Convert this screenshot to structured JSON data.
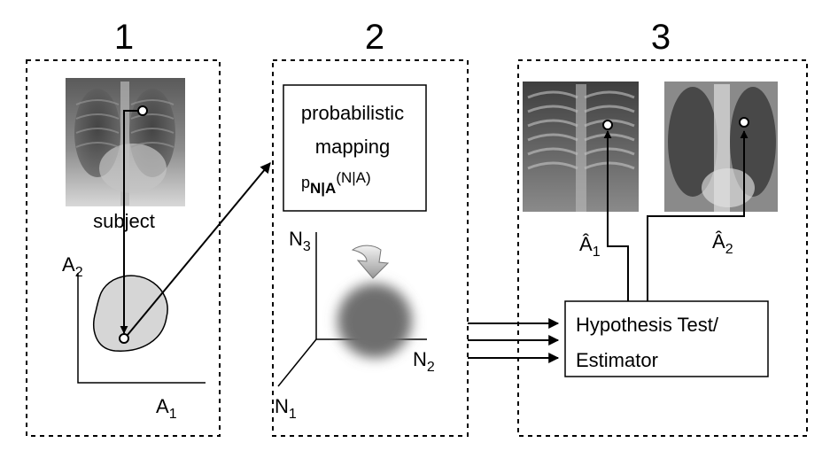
{
  "panels": [
    {
      "number": "1"
    },
    {
      "number": "2"
    },
    {
      "number": "3"
    }
  ],
  "panel1": {
    "subject_label": "subject",
    "axis_y": {
      "base": "A",
      "sub": "2"
    },
    "axis_x": {
      "base": "A",
      "sub": "1"
    }
  },
  "panel2": {
    "box_line1": "probabilistic",
    "box_line2": "mapping",
    "formula": {
      "p": "p",
      "sub_bold": "N|A",
      "args": "(N|A)"
    },
    "axis_n3": {
      "base": "N",
      "sub": "3"
    },
    "axis_n2": {
      "base": "N",
      "sub": "2"
    },
    "axis_n1": {
      "base": "N",
      "sub": "1"
    }
  },
  "panel3": {
    "estimator_line1": "Hypothesis Test/",
    "estimator_line2": "Estimator",
    "estimate1": {
      "base": "Â",
      "sub": "1"
    },
    "estimate2": {
      "base": "Â",
      "sub": "2"
    }
  }
}
